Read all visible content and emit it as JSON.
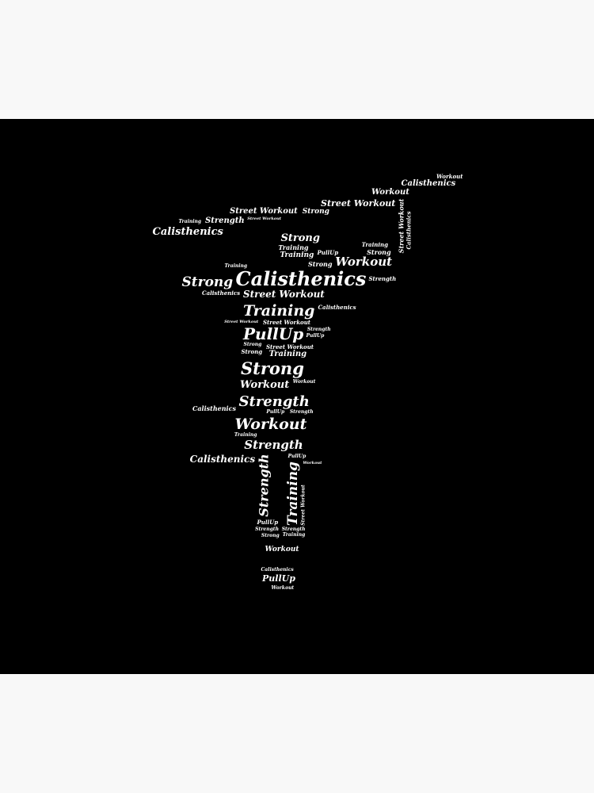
{
  "background_color": "#000000",
  "frame_color": "#f8f8f8",
  "text_color": "#ffffff",
  "words": [
    "Calisthenics",
    "Strong",
    "Workout",
    "Street Workout",
    "Training",
    "PullUp",
    "Strong",
    "Workout",
    "Strength",
    "Workout",
    "Calisthenics",
    "Strength",
    "Strength",
    "Training",
    "Calisthenics",
    "Strength",
    "Street Workout",
    "Street Workout",
    "Strong",
    "Workout",
    "Calisthenics",
    "Strong",
    "Training",
    "Training",
    "Street Workout",
    "Calisthenics",
    "Strong",
    "PullUp",
    "Strength",
    "Calisthenics",
    "Street Workout",
    "Training",
    "Workout",
    "Training",
    "Strong",
    "Workout",
    "PullUp",
    "Calisthenics",
    "PullUp",
    "Workout",
    "Street Workout",
    "Training",
    "PullUp",
    "Strength",
    "Strong",
    "Strength",
    "PullUp",
    "Calisthenics",
    "Street Workout",
    "Street Workout",
    "Training",
    "Strength",
    "Calisthenics",
    "Strong",
    "Training",
    "Workout",
    "Street Workout",
    "PullUp",
    "Strength",
    "Workout",
    "Strong",
    "Training"
  ]
}
